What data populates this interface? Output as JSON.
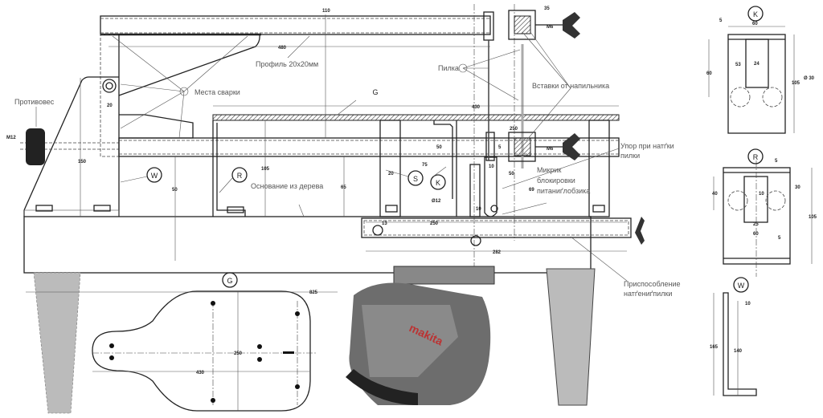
{
  "labels": {
    "profile": "Профиль 20x20мм",
    "weld_spots": "Места сварки",
    "counterweight": "Противовес",
    "wood_base": "Основание из дерева",
    "blade": "Пилка",
    "file_inserts": "Вставки от напильника",
    "tension_stop_1": "Упор при натґки",
    "tension_stop_2": "пилки",
    "microswitch_1": "Микрик",
    "microswitch_2": "блокировки",
    "microswitch_3": "питаниґлобзика",
    "tension_device_1": "Приспособление",
    "tension_device_2": "натґениґпилки",
    "jigsaw_brand": "makita"
  },
  "callouts": {
    "W": "W",
    "R": "R",
    "G": "G",
    "S": "S",
    "K": "K"
  },
  "dims_main": {
    "d110": "110",
    "d480": "480",
    "m12": "M12",
    "d20a": "20",
    "d150": "150",
    "d50a": "50",
    "d105": "105",
    "d65": "65",
    "d430": "430",
    "d35": "35",
    "m6a": "M6",
    "m6b": "M6",
    "d250a": "250",
    "d50b": "50",
    "d75": "75",
    "d5": "5",
    "d10a": "10",
    "d50c": "50",
    "d20b": "20",
    "d12": "Ø12",
    "d10b": "10",
    "d69": "69",
    "d13": "13",
    "d250b": "250",
    "d282": "282"
  },
  "dims_plate_g": {
    "d825": "825",
    "d250": "250",
    "d430": "430"
  },
  "dims_k": {
    "d5": "5",
    "d60w": "60",
    "d53": "53",
    "d24": "24",
    "d60h": "60",
    "d30": "Ø 30",
    "d105": "105"
  },
  "dims_r": {
    "d5a": "5",
    "d40": "40",
    "d10": "10",
    "d30": "30",
    "d25": "25",
    "d60": "60",
    "d5b": "5",
    "d105": "105"
  },
  "dims_w": {
    "d10": "10",
    "d165": "165",
    "d140": "140"
  }
}
